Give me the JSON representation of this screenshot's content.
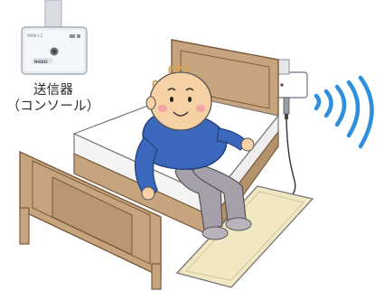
{
  "transmitter": {
    "label_line1": "送信器",
    "label_line2": "（コンソール）",
    "panel_text": "MBN-L2",
    "logo_text": "NISSEI"
  },
  "colors": {
    "bed_frame": "#c6a47d",
    "bed_frame_dark": "#8a6a49",
    "mattress": "#ffffff",
    "blanket_pad": "#f1e8c3",
    "shirt": "#3b67bd",
    "pants": "#a6a0ab",
    "skin": "#f6d1a6",
    "wave": "#2f8fdc"
  },
  "icons": {
    "transmitter": "transmitter-console-icon",
    "sensor_box": "sensor-box-icon",
    "signal_waves": "wireless-signal-icon",
    "floor_mat": "floor-mat-sensor-icon"
  }
}
